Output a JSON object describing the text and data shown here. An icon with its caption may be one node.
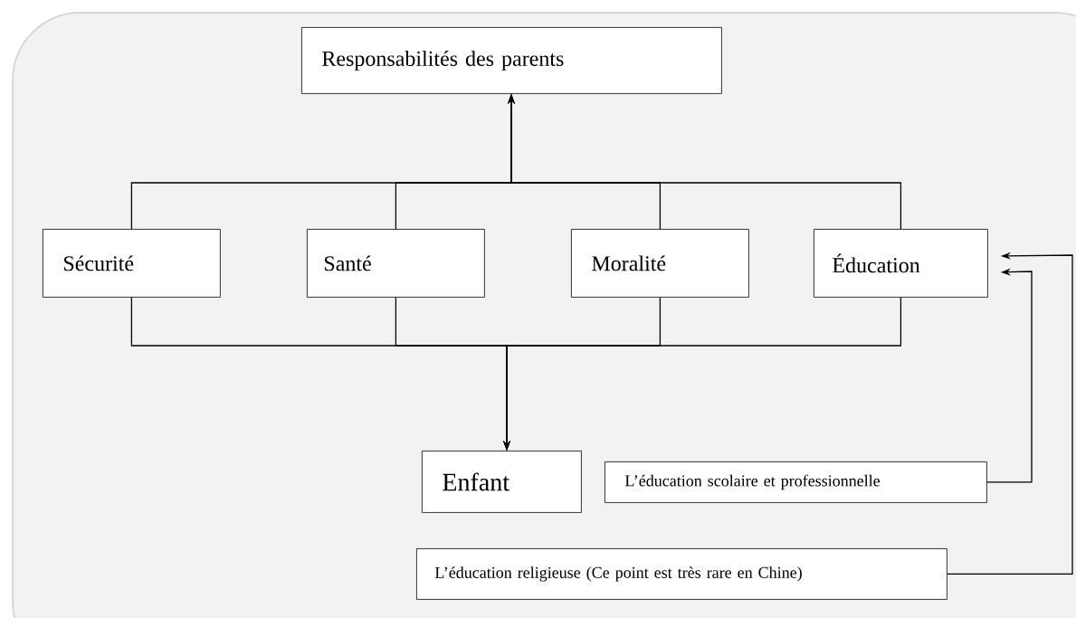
{
  "diagram": {
    "nodes": [
      {
        "text": [
          "Responsabilités des parents"
        ]
      },
      {
        "text": [
          "Sécurité"
        ]
      },
      {
        "text": [
          "Santé"
        ]
      },
      {
        "text": [
          "Moralité"
        ]
      },
      {
        "text": [
          "Éducation"
        ]
      },
      {
        "text": [
          "Enfant"
        ]
      },
      {
        "text": [
          "L’éducation scolaire et professionnelle"
        ]
      },
      {
        "text": [
          "L’éducation religieuse (Ce point est très rare en Chine)"
        ]
      }
    ],
    "edges": [
      {
        "from": 1,
        "to": 0,
        "arrow": "to"
      },
      {
        "from": 2,
        "to": 0,
        "arrow": "to"
      },
      {
        "from": 3,
        "to": 0,
        "arrow": "to"
      },
      {
        "from": 4,
        "to": 0,
        "arrow": "to"
      },
      {
        "from": 1,
        "to": 5,
        "arrow": "to"
      },
      {
        "from": 2,
        "to": 5,
        "arrow": "to"
      },
      {
        "from": 3,
        "to": 5,
        "arrow": "to"
      },
      {
        "from": 4,
        "to": 5,
        "arrow": "to"
      },
      {
        "from": 6,
        "to": 4,
        "arrow": "to"
      },
      {
        "from": 7,
        "to": 4,
        "arrow": "to"
      }
    ]
  }
}
